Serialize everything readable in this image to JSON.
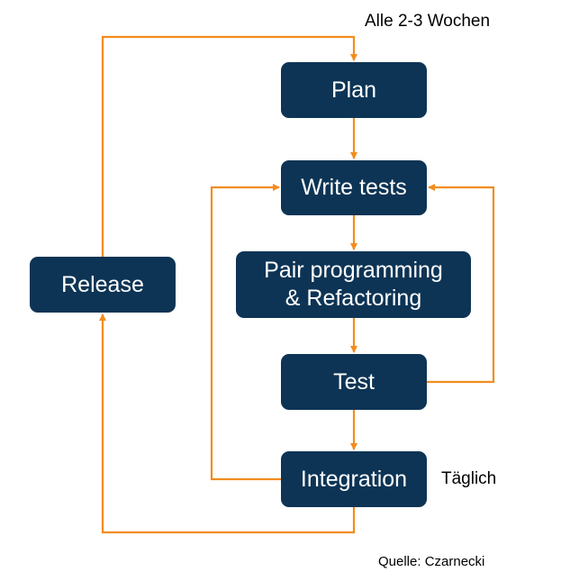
{
  "colors": {
    "box_fill": "#0d3455",
    "box_text": "#ffffff",
    "arrow": "#f28c1e",
    "background": "#ffffff"
  },
  "steps": {
    "plan": "Plan",
    "write_tests": "Write tests",
    "pair_line1": "Pair programming",
    "pair_line2": "& Refactoring",
    "test": "Test",
    "integration": "Integration",
    "release": "Release"
  },
  "labels": {
    "outer_cycle": "Alle 2-3 Wochen",
    "inner_cycle": "Täglich",
    "source": "Quelle: Czarnecki"
  }
}
